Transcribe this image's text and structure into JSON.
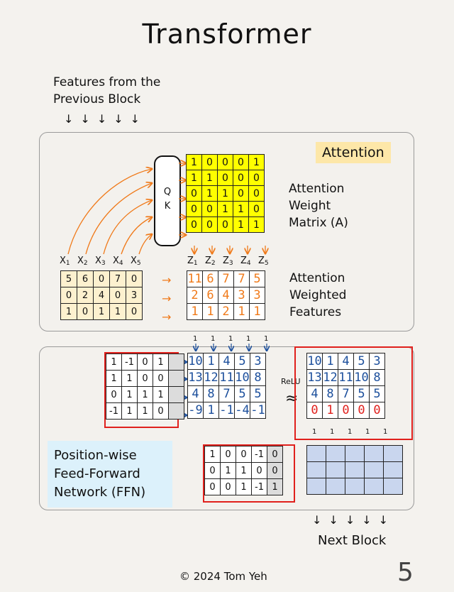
{
  "title": "Transformer",
  "input_caption_line1": "Features from the",
  "input_caption_line2": "Previous Block",
  "down_arrows": "↓↓↓↓↓",
  "attention_label": "Attention",
  "qk_q": "Q",
  "qk_k": "K",
  "attention_matrix": [
    [
      "1",
      "0",
      "0",
      "0",
      "1"
    ],
    [
      "1",
      "1",
      "0",
      "0",
      "0"
    ],
    [
      "0",
      "1",
      "1",
      "0",
      "0"
    ],
    [
      "0",
      "0",
      "1",
      "1",
      "0"
    ],
    [
      "0",
      "0",
      "0",
      "1",
      "1"
    ]
  ],
  "attn_weight_label": [
    "Attention",
    "Weight",
    "Matrix (A)"
  ],
  "x_labels": [
    "X",
    "X",
    "X",
    "X",
    "X"
  ],
  "z_labels": [
    "Z",
    "Z",
    "Z",
    "Z",
    "Z"
  ],
  "subscripts": [
    "1",
    "2",
    "3",
    "4",
    "5"
  ],
  "input_features": [
    [
      "5",
      "6",
      "0",
      "7",
      "0"
    ],
    [
      "0",
      "2",
      "4",
      "0",
      "3"
    ],
    [
      "1",
      "0",
      "1",
      "1",
      "0"
    ]
  ],
  "right_arrow": "→",
  "attended_features": [
    [
      "11",
      "6",
      "7",
      "7",
      "5"
    ],
    [
      "2",
      "6",
      "4",
      "3",
      "3"
    ],
    [
      "1",
      "1",
      "2",
      "1",
      "1"
    ]
  ],
  "attn_weighted_label": [
    "Attention",
    "Weighted",
    "Features"
  ],
  "ffn_weights1": [
    [
      "1",
      "-1",
      "0",
      "1",
      ""
    ],
    [
      "1",
      "1",
      "0",
      "0",
      ""
    ],
    [
      "0",
      "1",
      "1",
      "1",
      ""
    ],
    [
      "-1",
      "1",
      "1",
      "0",
      ""
    ]
  ],
  "ffn_bias_ones": [
    "1",
    "1",
    "1",
    "1",
    "1"
  ],
  "ffn_hidden": [
    [
      "10",
      "1",
      "4",
      "5",
      "3"
    ],
    [
      "13",
      "12",
      "11",
      "10",
      "8"
    ],
    [
      "4",
      "8",
      "7",
      "5",
      "5"
    ],
    [
      "-9",
      "1",
      "-1",
      "-4",
      "-1"
    ]
  ],
  "relu_label": "ReLU",
  "approx": "≈",
  "ffn_relu": [
    [
      "10",
      "1",
      "4",
      "5",
      "3"
    ],
    [
      "13",
      "12",
      "11",
      "10",
      "8"
    ],
    [
      "4",
      "8",
      "7",
      "5",
      "5"
    ],
    [
      "0",
      "1",
      "0",
      "0",
      "0"
    ]
  ],
  "ffn_relu_ones": [
    "1",
    "1",
    "1",
    "1",
    "1"
  ],
  "ffn_label": [
    "Position-wise",
    "Feed-Forward",
    "Network (FFN)"
  ],
  "ffn_weights2": [
    [
      "1",
      "0",
      "0",
      "-1",
      "0"
    ],
    [
      "0",
      "1",
      "1",
      "0",
      "0"
    ],
    [
      "0",
      "0",
      "1",
      "-1",
      "1"
    ]
  ],
  "next_block": "Next Block",
  "copyright": "©  2024 Tom Yeh",
  "page_number": "5",
  "colors": {
    "yellow": "#ffff00",
    "orange": "#f07a1a",
    "blue": "#1c4f9c",
    "red": "#e0201c",
    "empty": "#c9d6ee"
  }
}
